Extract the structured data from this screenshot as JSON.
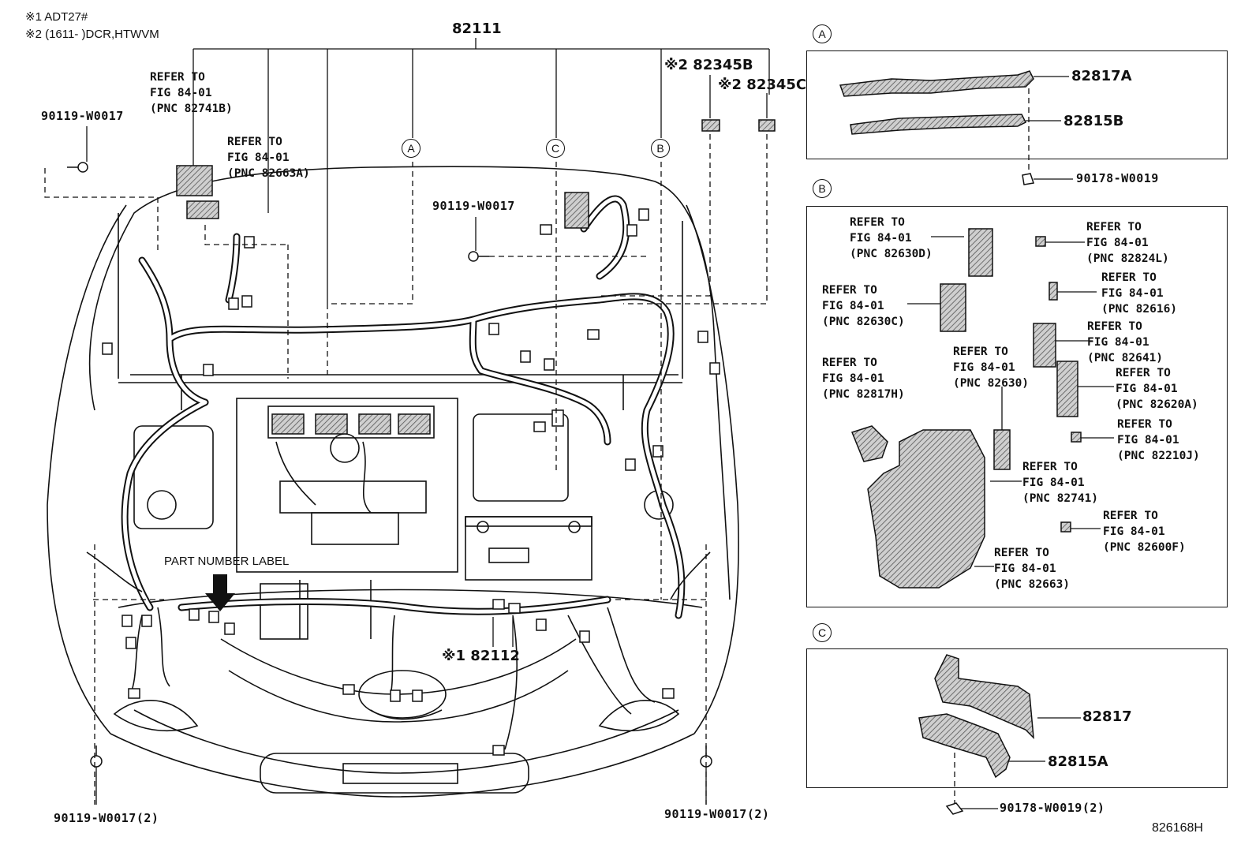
{
  "notes": {
    "note1": "※1 ADT27#",
    "note2": "※2 (1611-        )DCR,HTWVM"
  },
  "main": {
    "harness_main": "82111",
    "harness_sub": "※1 82112",
    "part_number_label": "PART NUMBER LABEL",
    "bolt_left_top": "90119-W0017",
    "bolt_center": "90119-W0017",
    "bolt_bottom_left": "90119-W0017(2)",
    "bolt_bottom_right": "90119-W0017(2)",
    "part_82345b": "※2 82345B",
    "part_82345c": "※2 82345C",
    "ref_82741b": "REFER TO\nFIG 84-01\n(PNC 82741B)",
    "ref_82663a": "REFER TO\nFIG 84-01\n(PNC 82663A)",
    "callout_a": "A",
    "callout_b": "B",
    "callout_c": "C"
  },
  "detail_a": {
    "label": "A",
    "part1": "82817A",
    "part2": "82815B",
    "clip": "90178-W0019"
  },
  "detail_b": {
    "label": "B",
    "refs": [
      "REFER TO\nFIG 84-01\n(PNC 82630D)",
      "REFER TO\nFIG 84-01\n(PNC 82824L)",
      "REFER TO\nFIG 84-01\n(PNC 82616)",
      "REFER TO\nFIG 84-01\n(PNC 82630C)",
      "REFER TO\nFIG 84-01\n(PNC 82641)",
      "REFER TO\nFIG 84-01\n(PNC 82630)",
      "REFER TO\nFIG 84-01\n(PNC 82620A)",
      "REFER TO\nFIG 84-01\n(PNC 82817H)",
      "REFER TO\nFIG 84-01\n(PNC 82210J)",
      "REFER TO\nFIG 84-01\n(PNC 82741)",
      "REFER TO\nFIG 84-01\n(PNC 82600F)",
      "REFER TO\nFIG 84-01\n(PNC 82663)"
    ]
  },
  "detail_c": {
    "label": "C",
    "part1": "82817",
    "part2": "82815A",
    "clip": "90178-W0019(2)"
  },
  "figure_id": "826168H",
  "colors": {
    "ink": "#111111",
    "fill_gray": "#9a9a9a",
    "background": "#ffffff"
  }
}
